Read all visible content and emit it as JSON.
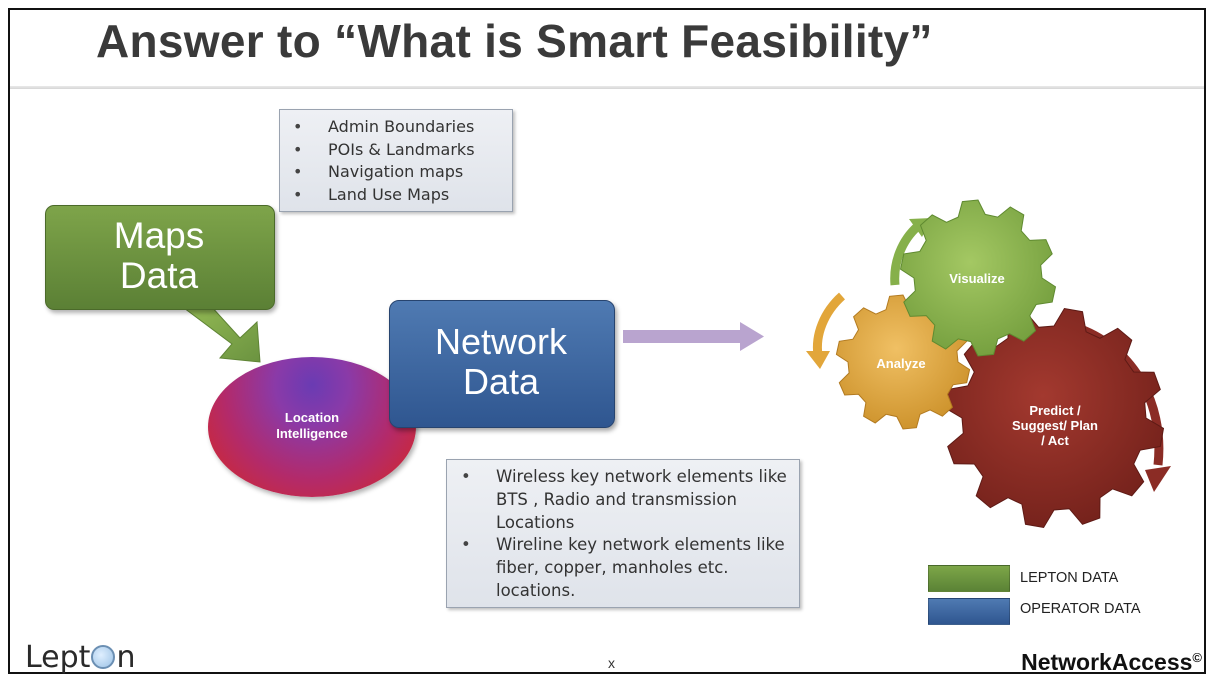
{
  "title": "Answer to “What is Smart Feasibility”",
  "maps_info": {
    "items": [
      "Admin Boundaries",
      "POIs & Landmarks",
      "Navigation maps",
      "Land Use Maps"
    ]
  },
  "maps_block": {
    "line1": "Maps",
    "line2": "Data"
  },
  "network_block": {
    "line1": "Network",
    "line2": "Data"
  },
  "location_intelligence": {
    "line1": "Location",
    "line2": "Intelligence"
  },
  "network_info": {
    "items": [
      "Wireless key network elements like BTS , Radio and transmission Locations",
      "Wireline key network elements like fiber, copper, manholes etc. locations."
    ]
  },
  "gears": {
    "visualize": "Visualize",
    "analyze": "Analyze",
    "predict_line1": "Predict /",
    "predict_line2": "Suggest/ Plan",
    "predict_line3": "/ Act"
  },
  "legend": {
    "lepton_label": "LEPTON DATA",
    "operator_label": "OPERATOR DATA",
    "lepton_color": "#6b9340",
    "operator_color": "#3d679f"
  },
  "footer": {
    "logo_prefix": "Lept",
    "logo_suffix": "n",
    "center_mark": "x",
    "brand": "NetworkAccess",
    "brand_mark": "©"
  },
  "colors": {
    "maps_green": "#6b9340",
    "network_blue": "#3d679f",
    "gear_green": "#86b04a",
    "gear_orange": "#e2a63a",
    "gear_red": "#8b2c25",
    "flow_arrow": "#b9a4cf"
  }
}
